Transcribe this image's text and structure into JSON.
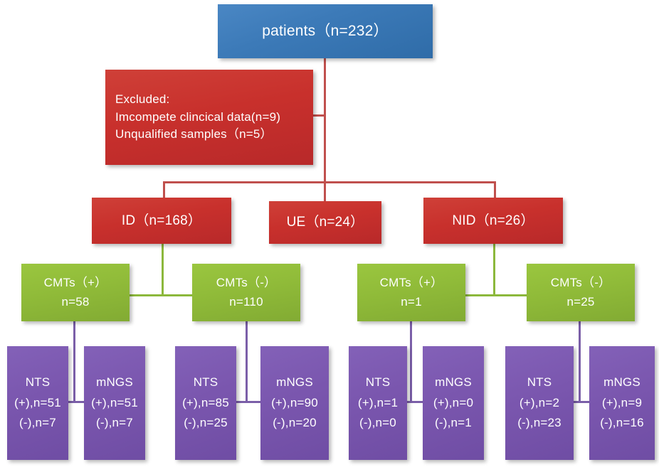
{
  "title": "Patient enrollment and diagnostic testing flowchart",
  "colors": {
    "root": "#3c7ab8",
    "excluded": "#c8302c",
    "group": "#c8302c",
    "cmts": "#90bb39",
    "test": "#7a56ae",
    "connector_red": "#c0504d",
    "connector_green": "#8cb83c",
    "connector_purple": "#7b5fa8"
  },
  "root": {
    "label": "patients（n=232）"
  },
  "excluded": {
    "line1": "Excluded:",
    "line2": "Imcompete clincical data(n=9)",
    "line3": "Unqualified  samples（n=5）"
  },
  "groups": [
    {
      "id": "ID",
      "label": "ID（n=168）"
    },
    {
      "id": "UE",
      "label": "UE（n=24）"
    },
    {
      "id": "NID",
      "label": "NID（n=26）"
    }
  ],
  "cmts": [
    {
      "id": "id-pos",
      "label": "CMTs（+）",
      "count": "n=58"
    },
    {
      "id": "id-neg",
      "label": "CMTs（-）",
      "count": "n=110"
    },
    {
      "id": "nid-pos",
      "label": "CMTs（+）",
      "count": "n=1"
    },
    {
      "id": "nid-neg",
      "label": "CMTs（-）",
      "count": "n=25"
    }
  ],
  "tests": [
    {
      "id": "id-pos-nts",
      "label": "NTS",
      "positive": "(+),n=51",
      "negative": "(-),n=7"
    },
    {
      "id": "id-pos-mngs",
      "label": "mNGS",
      "positive": "(+),n=51",
      "negative": "(-),n=7"
    },
    {
      "id": "id-neg-nts",
      "label": "NTS",
      "positive": "(+),n=85",
      "negative": "(-),n=25"
    },
    {
      "id": "id-neg-mngs",
      "label": "mNGS",
      "positive": "(+),n=90",
      "negative": "(-),n=20"
    },
    {
      "id": "nid-pos-nts",
      "label": "NTS",
      "positive": "(+),n=1",
      "negative": "(-),n=0"
    },
    {
      "id": "nid-pos-mngs",
      "label": "mNGS",
      "positive": "(+),n=0",
      "negative": "(-),n=1"
    },
    {
      "id": "nid-neg-nts",
      "label": "NTS",
      "positive": "(+),n=2",
      "negative": "(-),n=23"
    },
    {
      "id": "nid-neg-mngs",
      "label": "mNGS",
      "positive": "(+),n=9",
      "negative": "(-),n=16"
    }
  ]
}
